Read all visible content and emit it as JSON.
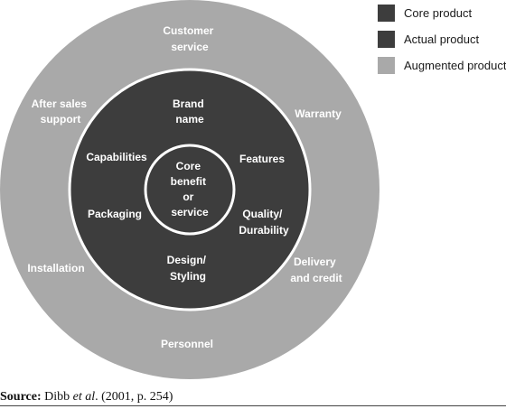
{
  "colors": {
    "core": "#3d3d3d",
    "actual": "#3d3d3d",
    "augmented": "#a9a9a9",
    "ring_line": "#ffffff",
    "text_on_rings": "#ffffff"
  },
  "rings": {
    "core": [
      "Core",
      "benefit",
      "or",
      "service"
    ],
    "actual": {
      "brand_name": [
        "Brand",
        "name"
      ],
      "features": [
        "Features"
      ],
      "quality": [
        "Quality/",
        "Durability"
      ],
      "design": [
        "Design/",
        "Styling"
      ],
      "packaging": [
        "Packaging"
      ],
      "capabilities": [
        "Capabilities"
      ]
    },
    "augmented": {
      "customer_service": [
        "Customer",
        "service"
      ],
      "warranty": [
        "Warranty"
      ],
      "delivery": [
        "Delivery",
        "and credit"
      ],
      "personnel": [
        "Personnel"
      ],
      "installation": [
        "Installation"
      ],
      "after_sales": [
        "After sales",
        "support"
      ]
    }
  },
  "legend": {
    "items": [
      {
        "label": "Core product",
        "swatch": "#3d3d3d"
      },
      {
        "label": "Actual product",
        "swatch": "#3d3d3d"
      },
      {
        "label": "Augmented product",
        "swatch": "#a9a9a9"
      }
    ]
  },
  "source": {
    "label": "Source:",
    "author": "Dibb",
    "etal": "et al",
    "rest": ". (2001, p. 254)"
  }
}
